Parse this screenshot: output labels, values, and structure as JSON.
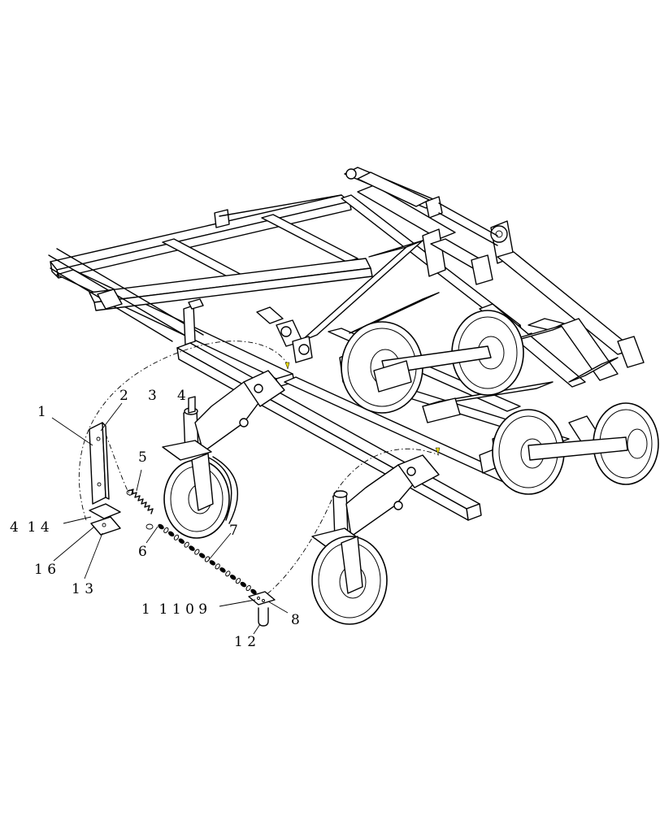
{
  "diagram": {
    "callouts": [
      {
        "id": "c1",
        "text": "1"
      },
      {
        "id": "c2",
        "text": "2"
      },
      {
        "id": "c3",
        "text": "3"
      },
      {
        "id": "c4a",
        "text": "4"
      },
      {
        "id": "c5",
        "text": "5"
      },
      {
        "id": "c4b14",
        "text": "4  1 4"
      },
      {
        "id": "c16",
        "text": "1 6"
      },
      {
        "id": "c13",
        "text": "1 3"
      },
      {
        "id": "c6",
        "text": "6"
      },
      {
        "id": "c7",
        "text": "7"
      },
      {
        "id": "c11109",
        "text": "1  1 1 0 9"
      },
      {
        "id": "c8",
        "text": "8"
      },
      {
        "id": "c12",
        "text": "1 2"
      }
    ],
    "colors": {
      "line": "#000000",
      "background": "#ffffff",
      "marker": "#e8d800"
    }
  }
}
